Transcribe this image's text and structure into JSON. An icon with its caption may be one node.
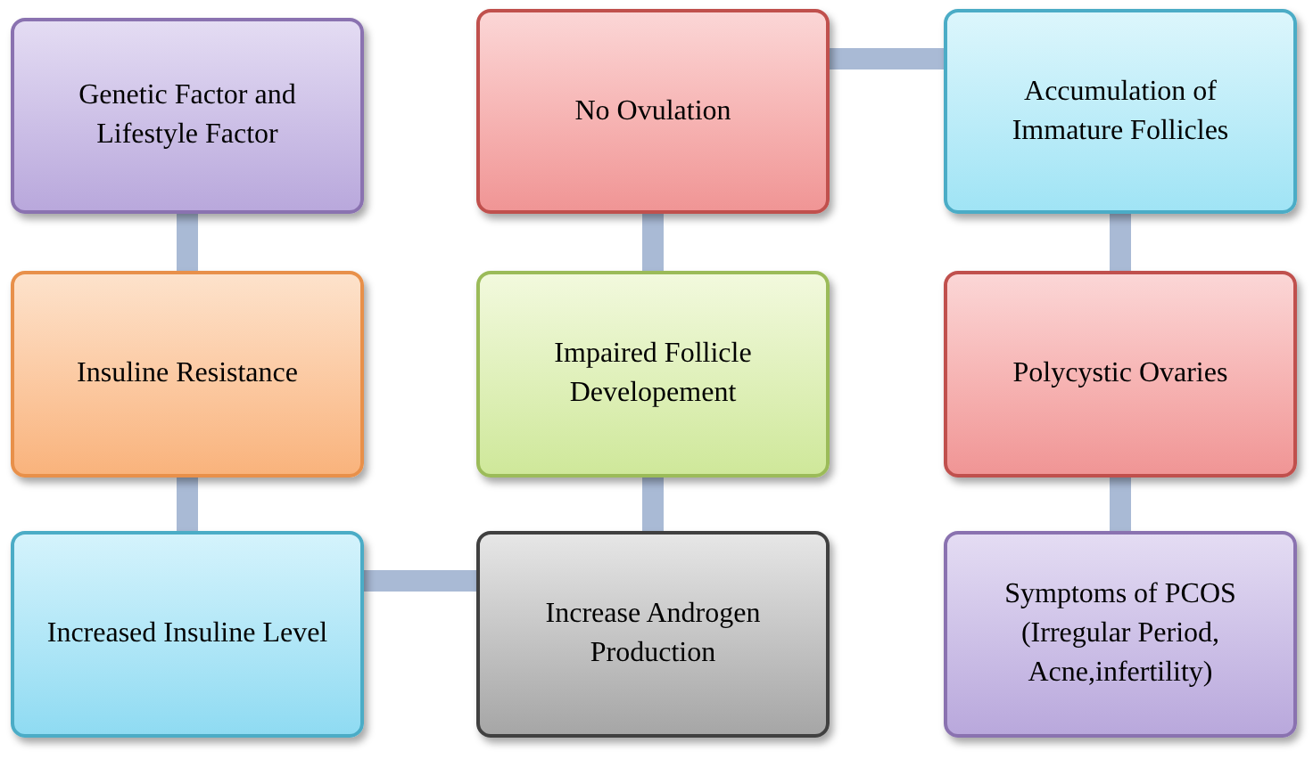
{
  "diagram": {
    "nodes": [
      {
        "text": [
          "Genetic Factor and Lifestyle Factor"
        ]
      },
      {
        "text": [
          "Insuline Resistance"
        ]
      },
      {
        "text": [
          "Increased Insuline Level"
        ]
      },
      {
        "text": [
          "Increase Androgen Production"
        ]
      },
      {
        "text": [
          "Impaired Follicle Developement"
        ]
      },
      {
        "text": [
          "No Ovulation"
        ]
      },
      {
        "text": [
          "Accumulation of Immature Follicles"
        ]
      },
      {
        "text": [
          "Polycystic Ovaries"
        ]
      },
      {
        "text": [
          "Symptoms of PCOS (Irregular Period, Acne,infertility)"
        ]
      }
    ],
    "edges": [
      {
        "from": 0,
        "to": 1,
        "arrow": "none"
      },
      {
        "from": 1,
        "to": 2,
        "arrow": "none"
      },
      {
        "from": 2,
        "to": 3,
        "arrow": "none"
      },
      {
        "from": 3,
        "to": 4,
        "arrow": "none"
      },
      {
        "from": 4,
        "to": 5,
        "arrow": "none"
      },
      {
        "from": 5,
        "to": 6,
        "arrow": "none"
      },
      {
        "from": 6,
        "to": 7,
        "arrow": "none"
      },
      {
        "from": 7,
        "to": 8,
        "arrow": "none"
      }
    ]
  }
}
